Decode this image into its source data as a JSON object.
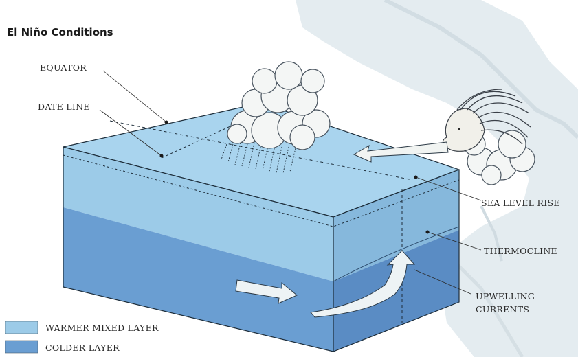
{
  "title": "El Niño Conditions",
  "labels": {
    "equator": "EQUATOR",
    "date_line": "DATE LINE",
    "sea_level_rise": "SEA LEVEL RISE",
    "thermocline": "THERMOCLINE",
    "upwelling_line1": "UPWELLING",
    "upwelling_line2": "CURRENTS"
  },
  "legend": [
    {
      "label": "WARMER MIXED LAYER",
      "color": "#9ccbe8"
    },
    {
      "label": "COLDER LAYER",
      "color": "#6a9ed2"
    }
  ],
  "colors": {
    "warm_layer": "#9ccbe8",
    "warm_top": "#a9d4ee",
    "warm_right": "#86b8dc",
    "cold_layer": "#6a9ed2",
    "cold_right": "#5a8cc4",
    "land": "#e3ebef"
  },
  "icons": [
    "cloud-icon",
    "wind-face-icon",
    "rain-icon",
    "current-arrow-icon"
  ]
}
